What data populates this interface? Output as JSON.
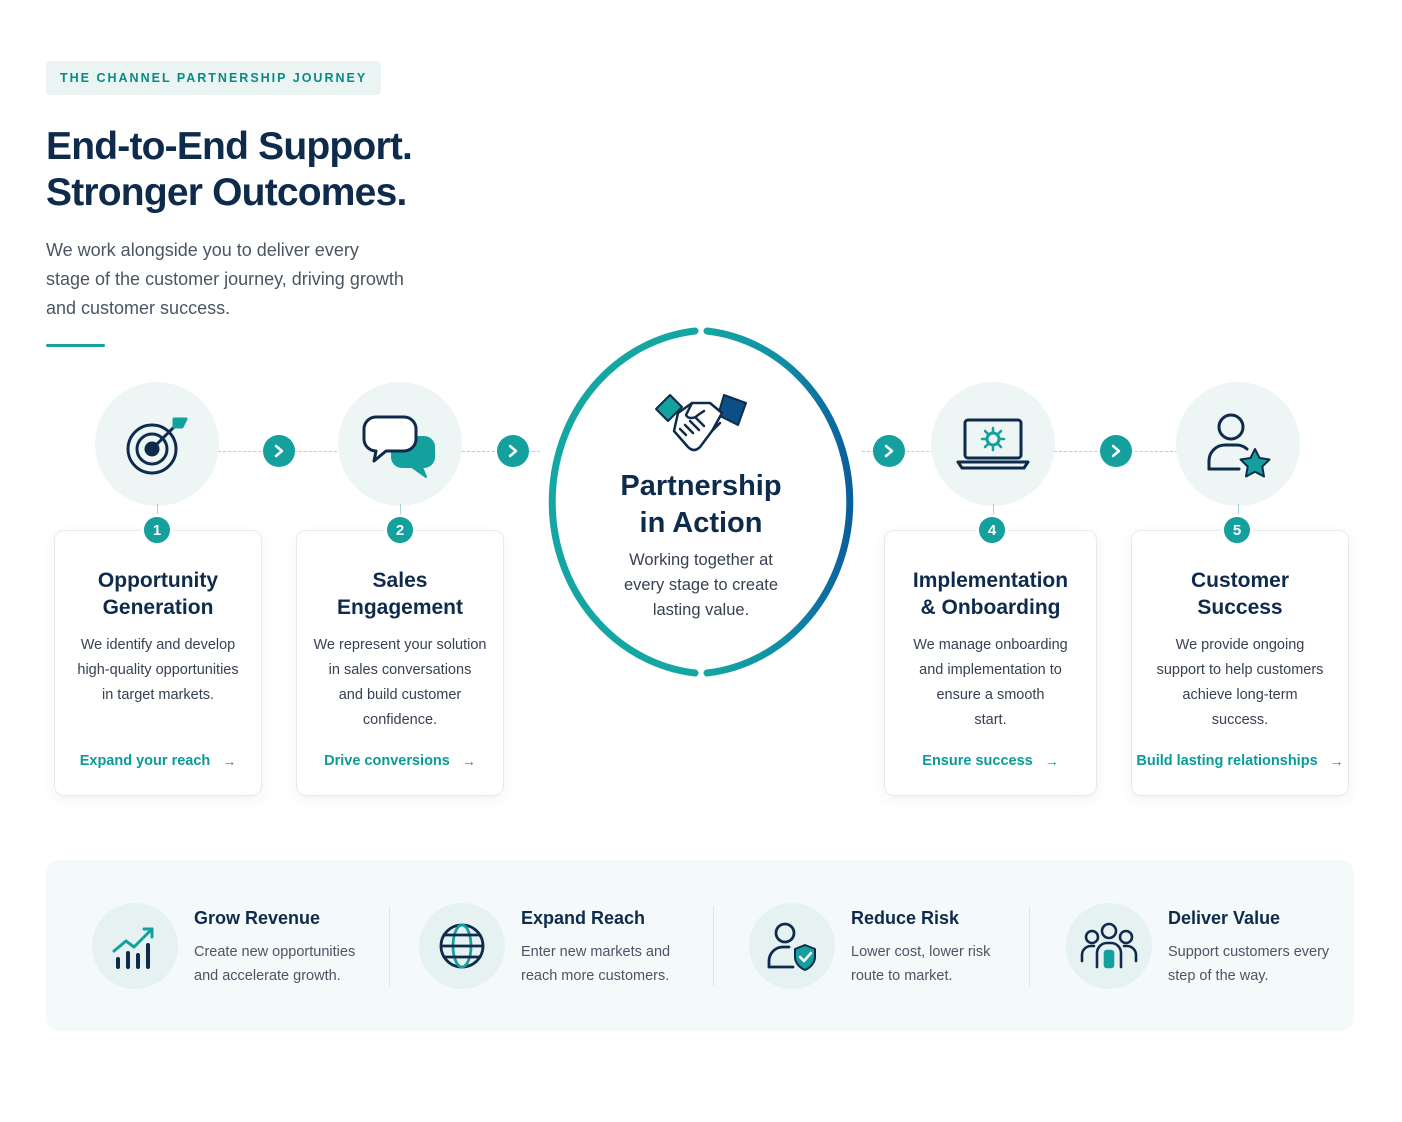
{
  "header": {
    "eyebrow": "THE CHANNEL PARTNERSHIP JOURNEY",
    "headline_line1": "End-to-End Support.",
    "headline_line2": "Stronger Outcomes.",
    "lead": "We work alongside you to deliver every stage of the customer journey, driving growth and customer success."
  },
  "hub": {
    "title": "Partnership\nin Action",
    "subtitle": "Working together at\nevery stage to create\nlasting value.",
    "icon": "handshake-icon"
  },
  "stages": [
    {
      "number": "1",
      "icon": "target-icon",
      "title": "Opportunity\nGeneration",
      "body": "We identify and develop\nhigh-quality opportunities\nin target markets.",
      "link": "Expand your reach"
    },
    {
      "number": "2",
      "icon": "chat-bubbles-icon",
      "title": "Sales\nEngagement",
      "body": "We represent your solution\nin sales conversations\nand build customer\nconfidence.",
      "link": "Drive conversions"
    },
    {
      "number": "4",
      "icon": "laptop-gear-icon",
      "title": "Implementation\n& Onboarding",
      "body": "We manage onboarding\nand implementation to\nensure a smooth\nstart.",
      "link": "Ensure success"
    },
    {
      "number": "5",
      "icon": "user-star-icon",
      "title": "Customer\nSuccess",
      "body": "We provide ongoing\nsupport to help customers\nachieve long-term\nsuccess.",
      "link": "Build lasting relationships"
    }
  ],
  "benefits": [
    {
      "icon": "growth-chart-icon",
      "title": "Grow Revenue",
      "desc": "Create new opportunities\nand accelerate growth."
    },
    {
      "icon": "globe-icon",
      "title": "Expand Reach",
      "desc": "Enter new markets and\nreach more customers."
    },
    {
      "icon": "user-shield-icon",
      "title": "Reduce Risk",
      "desc": "Lower cost, lower risk\nroute to market."
    },
    {
      "icon": "team-icon",
      "title": "Deliver Value",
      "desc": "Support customers every\nstep of the way."
    }
  ],
  "colors": {
    "navy": "#0f2b4c",
    "teal": "#14a09d",
    "blue": "#0b5e9e",
    "soft": "#eef6f5"
  }
}
